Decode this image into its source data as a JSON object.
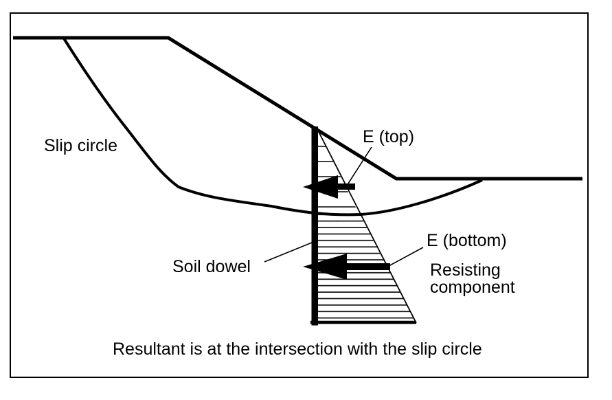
{
  "figure": {
    "background_color": "#ffffff",
    "ink_color": "#000000",
    "labels": {
      "slip_circle": "Slip circle",
      "e_top": "E (top)",
      "soil_dowel": "Soil dowel",
      "e_bottom": "E (bottom)",
      "resisting_component": [
        "Resisting",
        "component"
      ],
      "caption": "Resultant is at the intersection with the slip circle"
    },
    "icons": {
      "e_top_arrow": "left-arrow-icon",
      "e_bottom_arrow": "left-arrow-icon"
    }
  }
}
